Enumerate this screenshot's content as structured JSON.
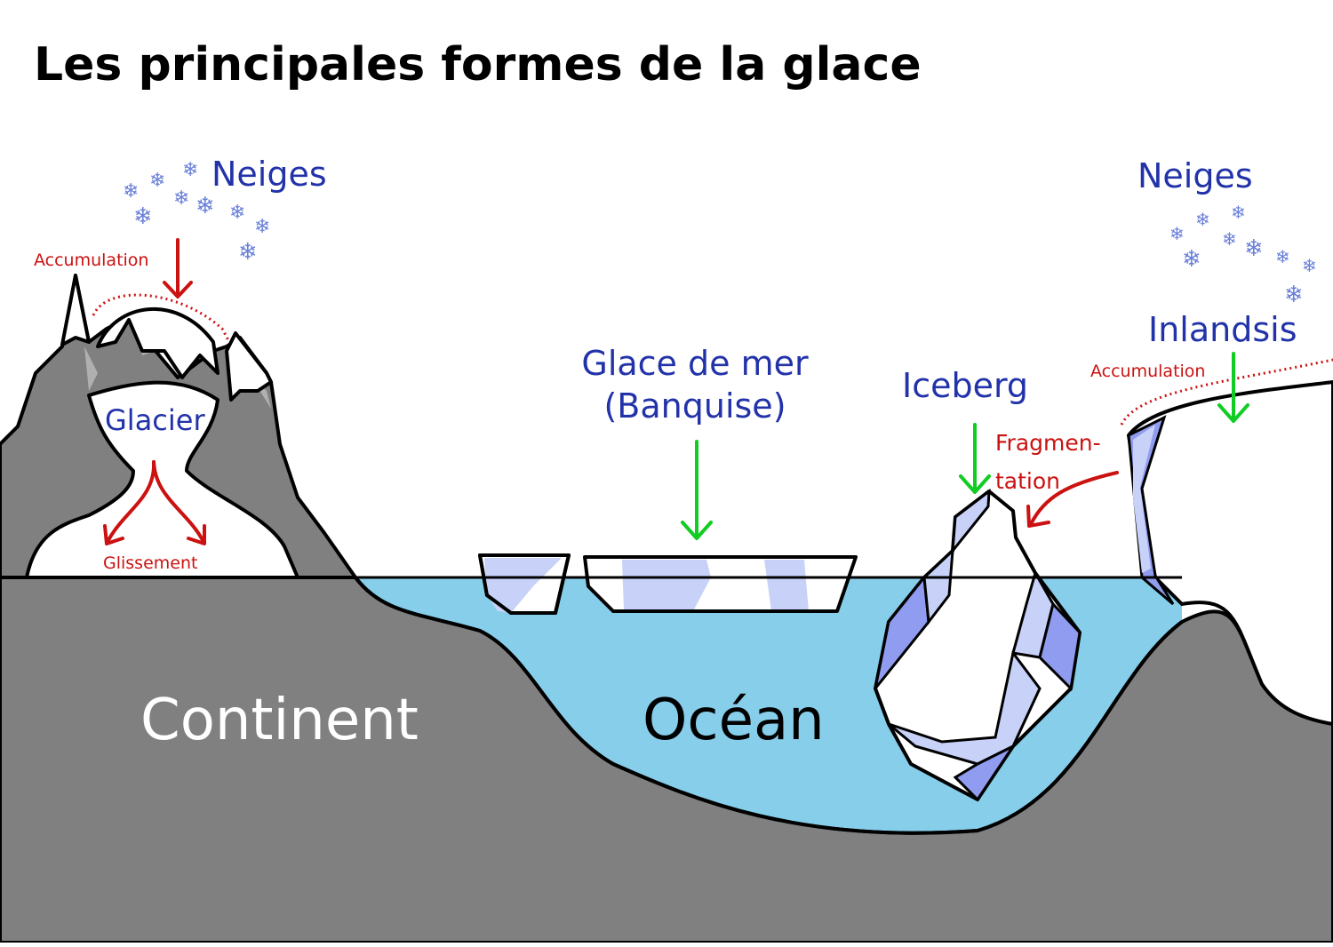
{
  "title": "Les principales formes de la glace",
  "labels": {
    "neiges_left": "Neiges",
    "neiges_right": "Neiges",
    "accumulation_left": "Accumulation",
    "accumulation_right": "Accumulation",
    "glacier": "Glacier",
    "glissement": "Glissement",
    "glace_de_mer_line1": "Glace de mer",
    "glace_de_mer_line2": "(Banquise)",
    "iceberg": "Iceberg",
    "fragmentation_line1": "Fragmen-",
    "fragmentation_line2": "tation",
    "inlandsis": "Inlandsis",
    "continent": "Continent",
    "ocean": "Océan"
  },
  "colors": {
    "ground": "#808080",
    "ocean": "#87ceeb",
    "ice_light": "#c8d2f8",
    "ice_dark": "#8f9cf0",
    "label_blue": "#2233aa",
    "label_red": "#cc1111",
    "arrow_green": "#11cc22",
    "arrow_red": "#cc1111"
  }
}
